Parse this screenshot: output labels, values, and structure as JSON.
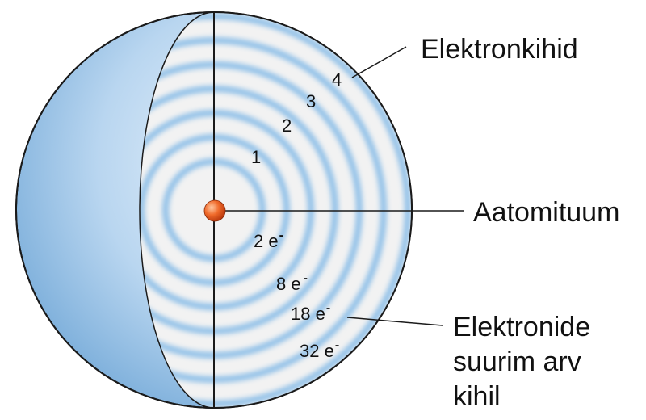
{
  "labels": {
    "shells_title": "Elektronkihid",
    "nucleus": "Aatomituum",
    "capacity_lines": [
      "Elektronide",
      "suurim arv",
      "kihil"
    ]
  },
  "shells": [
    {
      "number": "1",
      "electrons": "2 e",
      "sup": "-"
    },
    {
      "number": "2",
      "electrons": "8 e",
      "sup": "-"
    },
    {
      "number": "3",
      "electrons": "18 e",
      "sup": "-"
    },
    {
      "number": "4",
      "electrons": "32 e",
      "sup": "-"
    }
  ],
  "colors": {
    "sphere_light": "#eef5fc",
    "sphere_dark": "#7aaedb",
    "ring": "#8fc0e8",
    "section_bg": "#f2f2f2",
    "nucleus": "#e0531e",
    "outline": "#1a1a1a"
  }
}
